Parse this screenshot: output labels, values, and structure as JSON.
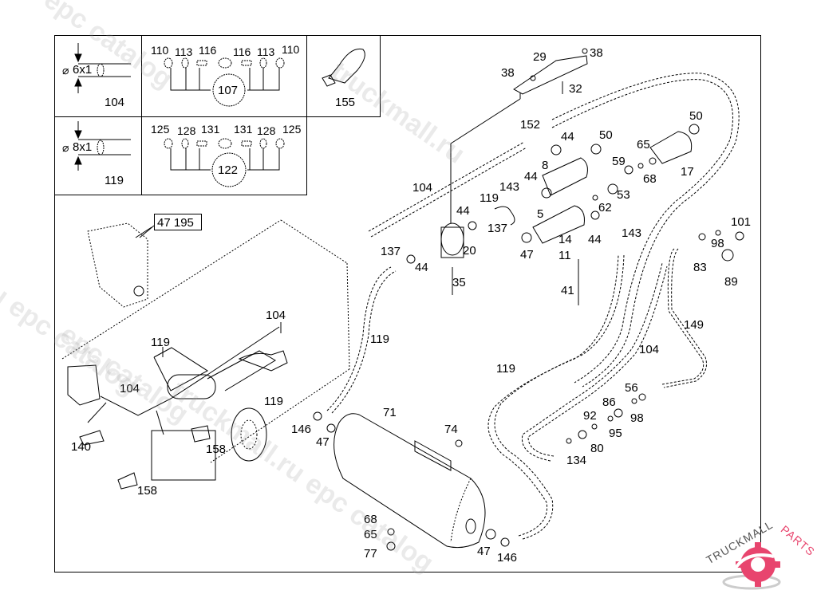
{
  "diagram": {
    "type": "exploded-parts-diagram",
    "subject": "Air brake tank and piping assembly"
  },
  "legend_boxes": {
    "pipe_6": {
      "dimension": "6x1",
      "diameter_symbol": "⌀",
      "part": "104"
    },
    "pipe_8": {
      "dimension": "8x1",
      "diameter_symbol": "⌀",
      "part": "119"
    },
    "fitting_kit_107": {
      "top_labels": [
        "110",
        "113",
        "116",
        "116",
        "113",
        "110"
      ],
      "kit": "107"
    },
    "fitting_kit_122": {
      "top_labels": [
        "125",
        "128",
        "131",
        "131",
        "128",
        "125"
      ],
      "kit": "122"
    },
    "clamp": {
      "part": "155"
    }
  },
  "callout_box": "47 195",
  "part_labels": [
    {
      "id": "p29",
      "text": "29"
    },
    {
      "id": "p38a",
      "text": "38"
    },
    {
      "id": "p38b",
      "text": "38"
    },
    {
      "id": "p32",
      "text": "32"
    },
    {
      "id": "p152",
      "text": "152"
    },
    {
      "id": "p44a",
      "text": "44"
    },
    {
      "id": "p50a",
      "text": "50"
    },
    {
      "id": "p50b",
      "text": "50"
    },
    {
      "id": "p65a",
      "text": "65"
    },
    {
      "id": "p17",
      "text": "17"
    },
    {
      "id": "p8",
      "text": "8"
    },
    {
      "id": "p59",
      "text": "59"
    },
    {
      "id": "p68a",
      "text": "68"
    },
    {
      "id": "p104a",
      "text": "104"
    },
    {
      "id": "p143a",
      "text": "143"
    },
    {
      "id": "p44b",
      "text": "44"
    },
    {
      "id": "p119a",
      "text": "119"
    },
    {
      "id": "p53",
      "text": "53"
    },
    {
      "id": "p5",
      "text": "5"
    },
    {
      "id": "p62",
      "text": "62"
    },
    {
      "id": "p44c",
      "text": "44"
    },
    {
      "id": "p137a",
      "text": "137"
    },
    {
      "id": "p20",
      "text": "20"
    },
    {
      "id": "p47a",
      "text": "47"
    },
    {
      "id": "p14",
      "text": "14"
    },
    {
      "id": "p11",
      "text": "11"
    },
    {
      "id": "p44d",
      "text": "44"
    },
    {
      "id": "p143b",
      "text": "143"
    },
    {
      "id": "p101",
      "text": "101"
    },
    {
      "id": "p98a",
      "text": "98"
    },
    {
      "id": "p83",
      "text": "83"
    },
    {
      "id": "p89",
      "text": "89"
    },
    {
      "id": "p137b",
      "text": "137"
    },
    {
      "id": "p44e",
      "text": "44"
    },
    {
      "id": "p35",
      "text": "35"
    },
    {
      "id": "p41",
      "text": "41"
    },
    {
      "id": "p119b",
      "text": "119"
    },
    {
      "id": "p149",
      "text": "149"
    },
    {
      "id": "p104b",
      "text": "104"
    },
    {
      "id": "p119c",
      "text": "119"
    },
    {
      "id": "p104c",
      "text": "104"
    },
    {
      "id": "p119d",
      "text": "119"
    },
    {
      "id": "p104d",
      "text": "104"
    },
    {
      "id": "p119e",
      "text": "119"
    },
    {
      "id": "p140",
      "text": "140"
    },
    {
      "id": "p158a",
      "text": "158"
    },
    {
      "id": "p158b",
      "text": "158"
    },
    {
      "id": "p146a",
      "text": "146"
    },
    {
      "id": "p47b",
      "text": "47"
    },
    {
      "id": "p71",
      "text": "71"
    },
    {
      "id": "p74",
      "text": "74"
    },
    {
      "id": "p56",
      "text": "56"
    },
    {
      "id": "p86",
      "text": "86"
    },
    {
      "id": "p98b",
      "text": "98"
    },
    {
      "id": "p92",
      "text": "92"
    },
    {
      "id": "p95",
      "text": "95"
    },
    {
      "id": "p80",
      "text": "80"
    },
    {
      "id": "p134",
      "text": "134"
    },
    {
      "id": "p68b",
      "text": "68"
    },
    {
      "id": "p65b",
      "text": "65"
    },
    {
      "id": "p77",
      "text": "77"
    },
    {
      "id": "p47c",
      "text": "47"
    },
    {
      "id": "p146b",
      "text": "146"
    }
  ],
  "watermarks": [
    "epc catalog",
    "truckmall.ru",
    "epc catalog",
    "ru epc catalog",
    "truckmall.ru epc catalog"
  ],
  "brand": {
    "name_part1": "TRUCKMALL",
    "name_part2": "PARTS",
    "accent": "#e8456e",
    "gray": "#999999"
  }
}
